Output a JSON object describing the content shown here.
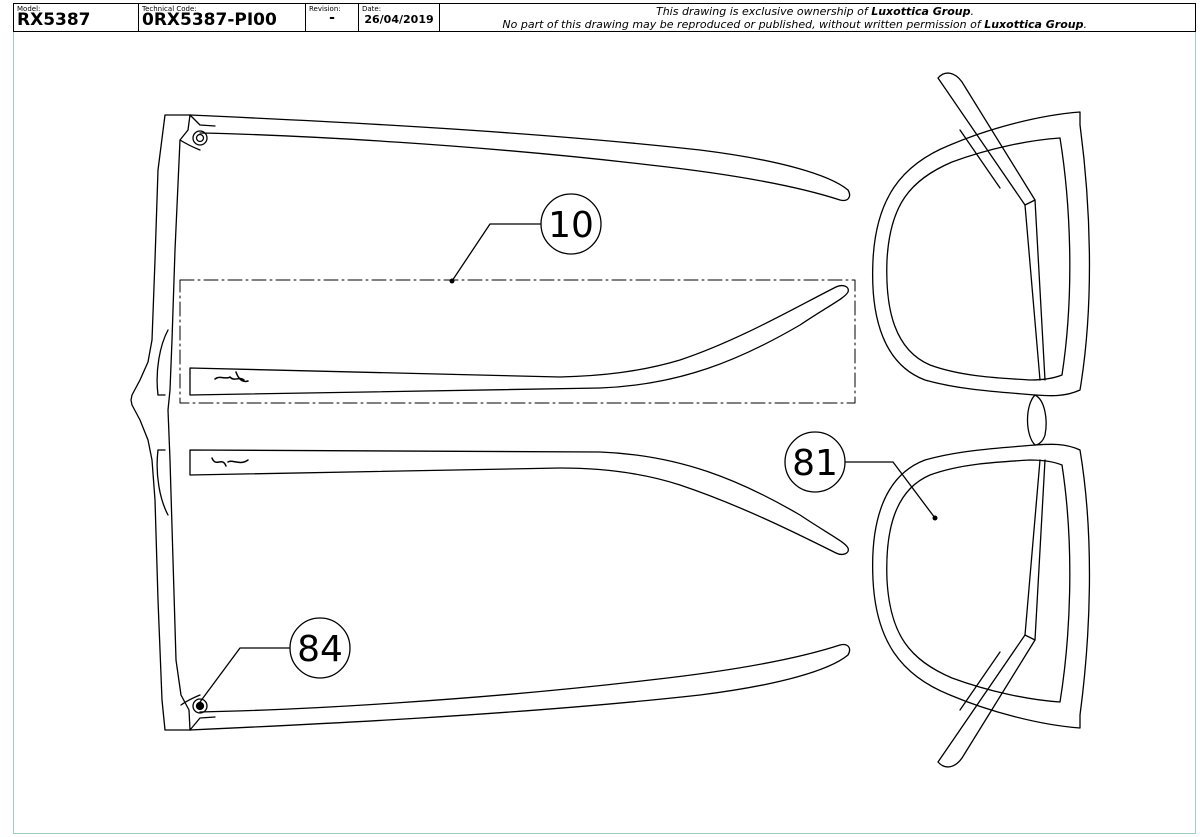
{
  "title_block": {
    "model_label": "Model:",
    "model_value": "RX5387",
    "code_label": "Technical Code:",
    "code_value": "0RX5387-PI00",
    "revision_label": "Revision:",
    "revision_value": "-",
    "date_label": "Date:",
    "date_value": "26/04/2019",
    "ownership_pre": "This drawing is exclusive ownership of ",
    "ownership_brand": "Luxottica Group",
    "ownership_post": ".",
    "permission_pre": "No part of this drawing may be reproduced or published, without written permission of ",
    "permission_brand": "Luxottica Group",
    "permission_post": "."
  },
  "callouts": [
    {
      "id": "10",
      "label": "10"
    },
    {
      "id": "81",
      "label": "81"
    },
    {
      "id": "84",
      "label": "84"
    }
  ],
  "colors": {
    "line": "#000000",
    "border": "#9fcdc8"
  }
}
